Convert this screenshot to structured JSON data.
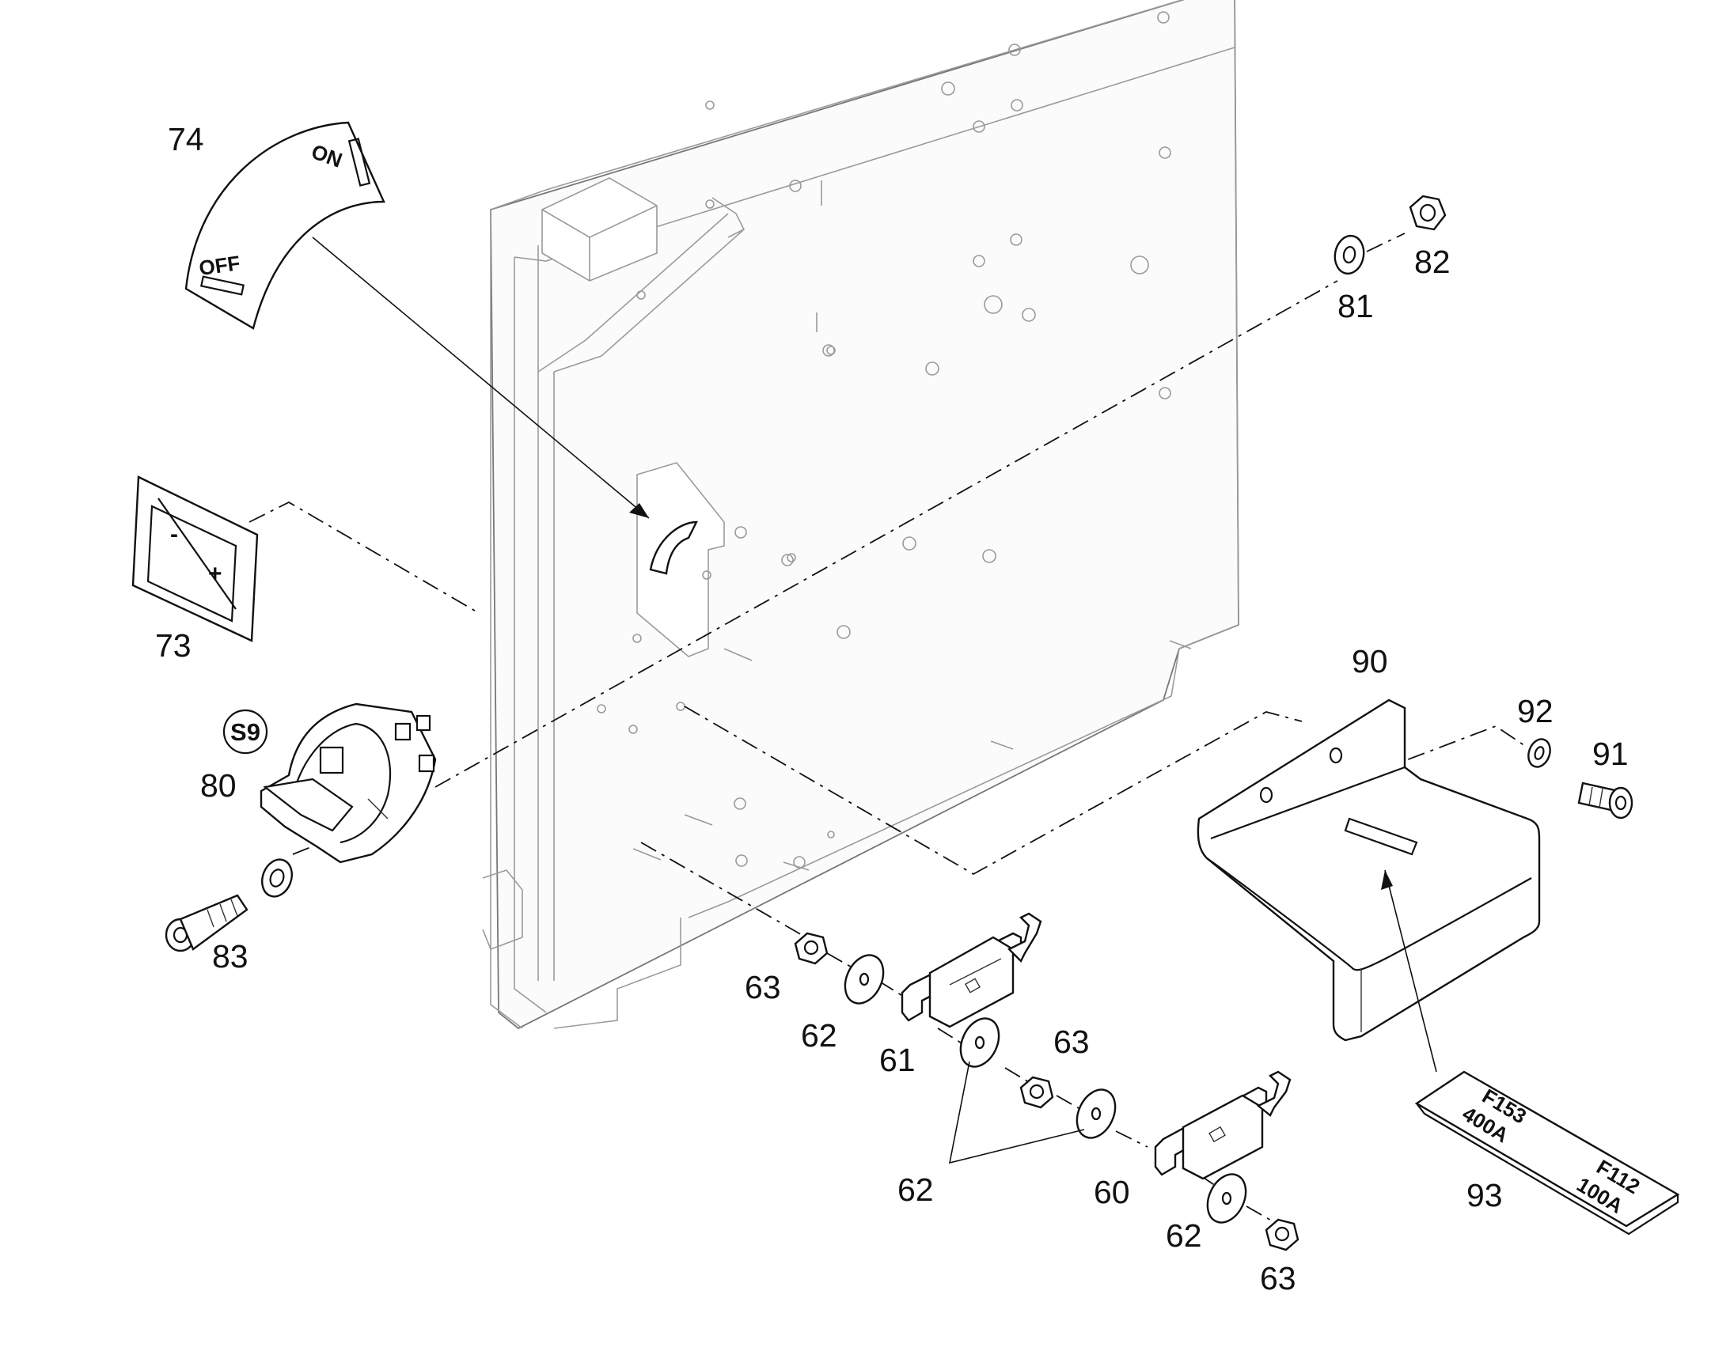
{
  "title": "",
  "callouts": {
    "c74": "74",
    "c73": "73",
    "c80": "80",
    "c83": "83",
    "c81": "81",
    "c82": "82",
    "c90": "90",
    "c92": "92",
    "c91": "91",
    "c93": "93",
    "c63a": "63",
    "c62a": "62",
    "c61": "61",
    "c63b": "63",
    "c62b": "62",
    "c60": "60",
    "c62c": "62",
    "c63c": "63"
  },
  "decal_74": {
    "on": "ON",
    "off": "OFF"
  },
  "symbol_s9": "S9",
  "decal_73_symbols": {
    "minus": "-",
    "plus": "+"
  },
  "label_93": {
    "fuse1_id": "F153",
    "fuse1_rating": "400A",
    "fuse2_id": "F112",
    "fuse2_rating": "100A"
  },
  "colors": {
    "line": "#111111",
    "panel": "#9a9a9a",
    "background": "#ffffff"
  }
}
